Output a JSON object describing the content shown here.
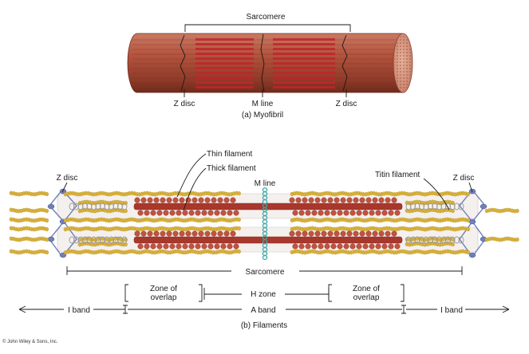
{
  "myofibril": {
    "sarcomere_label": "Sarcomere",
    "z_disc_left": "Z disc",
    "m_line": "M line",
    "z_disc_right": "Z disc",
    "caption": "(a) Myofibril"
  },
  "filaments": {
    "thin_filament": "Thin filament",
    "thick_filament": "Thick filament",
    "z_disc_left": "Z disc",
    "m_line": "M line",
    "titin_filament": "Titin filament",
    "z_disc_right": "Z disc",
    "sarcomere_label": "Sarcomere",
    "zone_overlap_left": [
      "Zone of",
      "overlap"
    ],
    "h_zone": "H zone",
    "zone_overlap_right": [
      "Zone of",
      "overlap"
    ],
    "i_band_left": "I band",
    "a_band": "A band",
    "i_band_right": "I band",
    "caption": "(b) Filaments"
  },
  "credit": "© John Wiley & Sons, Inc.",
  "colors": {
    "muscle": "#b4553f",
    "muscle_dark": "#8a3324",
    "band_red": "#c0262c",
    "actin_yellow": "#d9b23a",
    "myosin_red": "#a8372c",
    "titin_grey": "#9a9a9a",
    "mline_teal": "#3aa7a6",
    "zdisc_blue": "#6f7fb8"
  }
}
